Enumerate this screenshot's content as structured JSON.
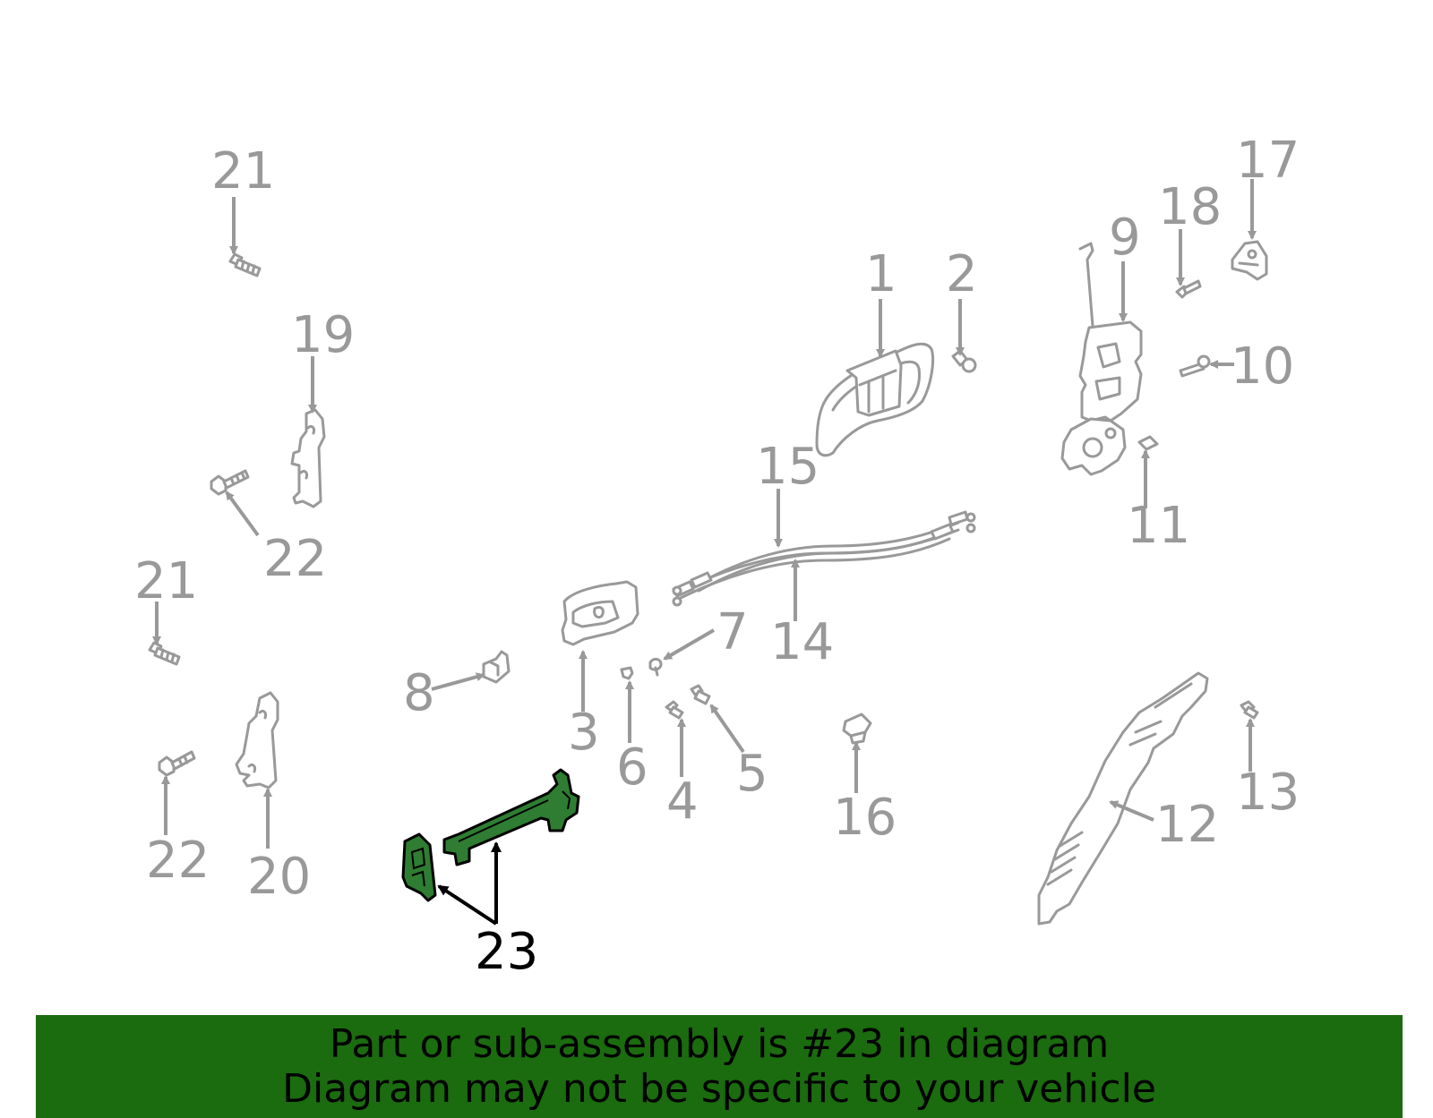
{
  "callouts": {
    "c1": "1",
    "c2": "2",
    "c3": "3",
    "c4": "4",
    "c5": "5",
    "c6": "6",
    "c7": "7",
    "c8": "8",
    "c9": "9",
    "c10": "10",
    "c11": "11",
    "c12": "12",
    "c13": "13",
    "c14": "14",
    "c15": "15",
    "c16": "16",
    "c17": "17",
    "c18": "18",
    "c19": "19",
    "c20": "20",
    "c21a": "21",
    "c21b": "21",
    "c22a": "22",
    "c22b": "22",
    "c23": "23"
  },
  "banner": {
    "line1": "Part or sub-assembly is #23 in diagram",
    "line2": "Diagram may not be specific to your vehicle"
  },
  "colors": {
    "highlight": "#2e7d32",
    "banner": "#1b6b0f",
    "parts": "#999999"
  }
}
